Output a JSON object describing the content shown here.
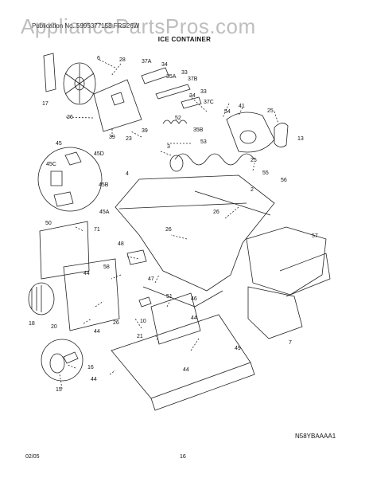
{
  "watermark": "AppliancePartsPros.com",
  "header_text": "Publication No. 5995377158      FRS26W",
  "title": "ICE CONTAINER",
  "diagram_code": "N58YBAAAA1",
  "footer": {
    "date": "02/05",
    "page": "16"
  },
  "callouts": [
    "6",
    "28",
    "37A",
    "34",
    "35A",
    "33",
    "37B",
    "17",
    "26",
    "39",
    "23",
    "39",
    "52",
    "34",
    "37C",
    "33",
    "41",
    "25",
    "54",
    "35B",
    "53",
    "13",
    "45",
    "45D",
    "3",
    "45C",
    "45B",
    "4",
    "2",
    "25",
    "55",
    "56",
    "45A",
    "50",
    "26",
    "71",
    "26",
    "57",
    "48",
    "58",
    "44",
    "47",
    "7",
    "51",
    "46",
    "18",
    "20",
    "44",
    "10",
    "44",
    "26",
    "21",
    "49",
    "16",
    "44",
    "15",
    "44"
  ]
}
